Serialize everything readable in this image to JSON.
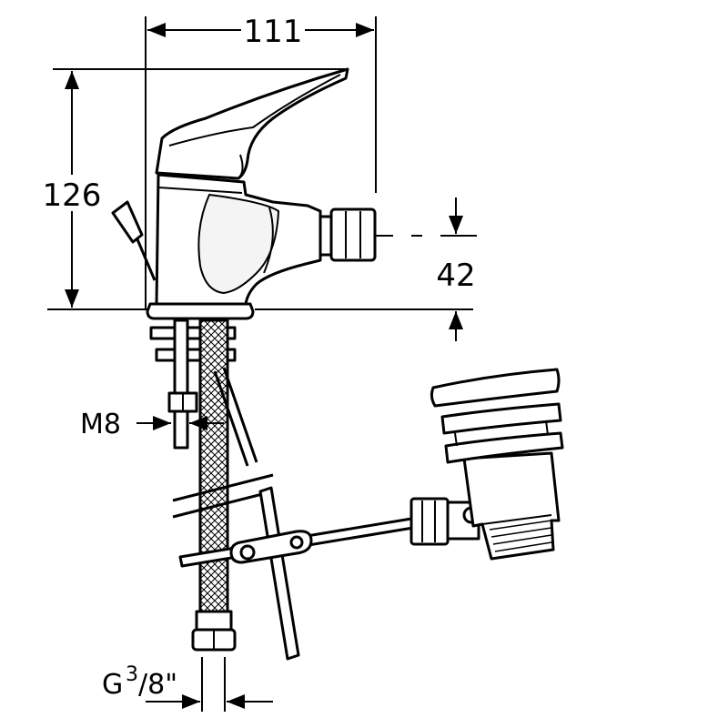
{
  "dimensions": {
    "width": "111",
    "height": "126",
    "spout_height": "42",
    "rod_thread": "M8",
    "hose_thread_prefix": "G",
    "hose_thread_num": "3",
    "hose_thread_den": "/8\""
  },
  "colors": {
    "line": "#000000",
    "paper": "#ffffff",
    "chrome_fill": "#f4f4f4"
  }
}
